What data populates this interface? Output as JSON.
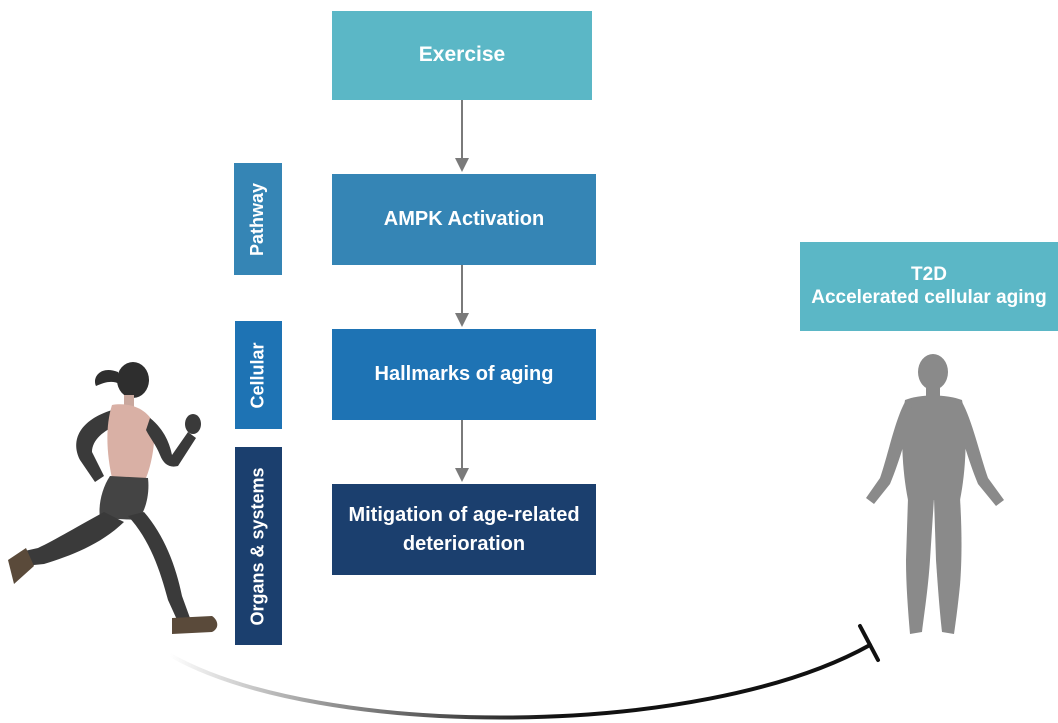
{
  "colors": {
    "exercise": "#5bb7c6",
    "ampk": "#3585b5",
    "hallmarks": "#1e73b4",
    "mitigation": "#1b3f6e",
    "t2d": "#5bb7c6",
    "arrow": "#7a7a7a",
    "figure": "#8a8a8a"
  },
  "flow": {
    "exercise": "Exercise",
    "ampk": "AMPK Activation",
    "hallmarks": "Hallmarks of aging",
    "mitigation_line1": "Mitigation of age-related",
    "mitigation_line2": "deterioration"
  },
  "side_labels": {
    "pathway": "Pathway",
    "cellular": "Cellular",
    "organs": "Organs & systems"
  },
  "t2d": {
    "line1": "T2D",
    "line2": "Accelerated cellular aging"
  },
  "icons": [
    "runner-figure",
    "human-figure",
    "inhibition-arc"
  ]
}
